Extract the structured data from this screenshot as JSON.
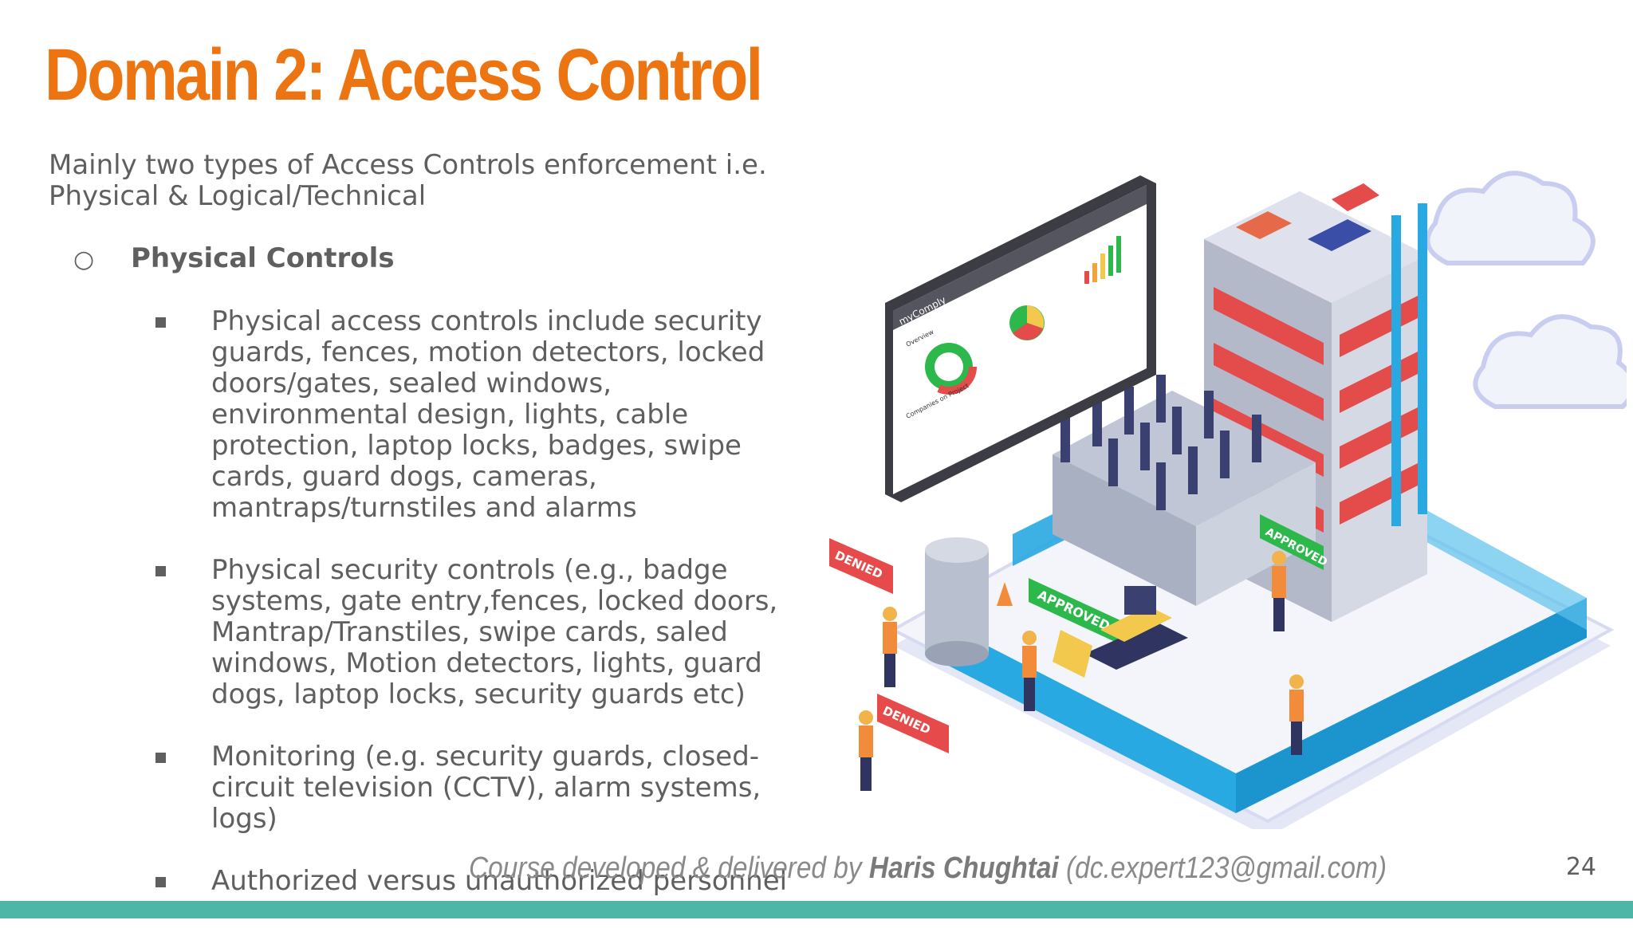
{
  "slide": {
    "title": "Domain 2: Access Control",
    "intro": "Mainly two types of Access Controls enforcement i.e. Physical & Logical/Technical",
    "level1": {
      "marker": "○",
      "label": "Physical Controls"
    },
    "bullets": [
      "Physical access controls include security guards, fences, motion detectors, locked doors/gates, sealed windows, environmental design, lights, cable protection, laptop locks, badges, swipe cards, guard dogs, cameras, mantraps/turnstiles and alarms",
      "Physical security controls (e.g., badge systems, gate entry,fences, locked doors, Mantrap/Transtiles, swipe cards, saled windows, Motion detectors, lights, guard dogs, laptop locks, security guards etc)",
      "Monitoring (e.g. security guards, closed-circuit television (CCTV), alarm systems, logs)",
      "Authorized versus unauthorized personnel"
    ],
    "footer": {
      "prefix": "Course developed & delivered by ",
      "author": "Haris Chughtai",
      "email": " (dc.expert123@gmail.com)"
    },
    "page_number": "24"
  },
  "illustration": {
    "brand": "myComply",
    "overview": "Overview",
    "companies": "Companies on Project",
    "approved": "APPROVED",
    "denied": "DENIED",
    "colors": {
      "accent": "#ec7411",
      "teal": "#4db6a6",
      "blue": "#29a9e1",
      "green": "#2db84b",
      "red": "#e64a4a"
    }
  }
}
